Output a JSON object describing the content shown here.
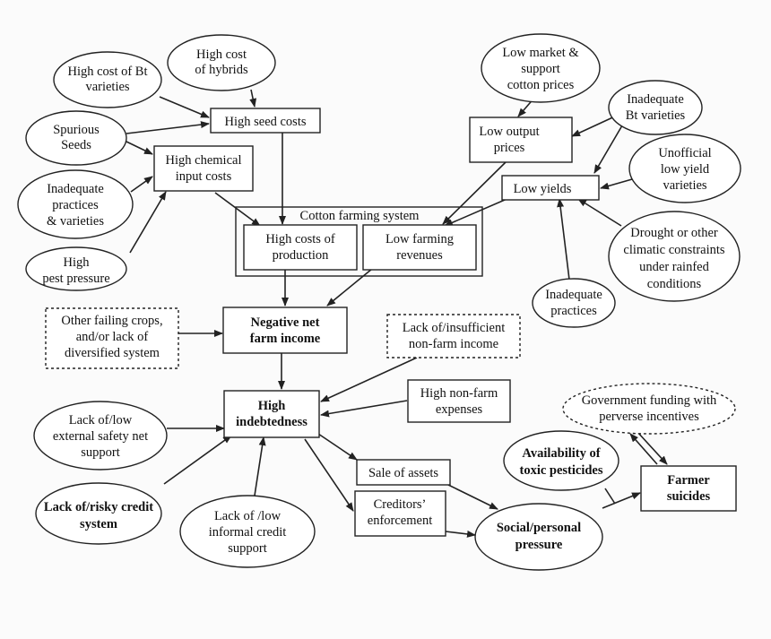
{
  "diagram": {
    "nodes": {
      "high_cost_bt": [
        "High cost of Bt",
        "varieties"
      ],
      "high_cost_hybrids": [
        "High cost",
        "of hybrids"
      ],
      "spurious_seeds": [
        "Spurious",
        "Seeds"
      ],
      "high_seed_costs": [
        "High seed costs"
      ],
      "high_chemical": [
        "High chemical",
        "input costs"
      ],
      "inadequate_practices_varieties": [
        "Inadequate",
        "practices",
        "& varieties"
      ],
      "high_pest": [
        "High",
        "pest pressure"
      ],
      "cotton_system": [
        "Cotton farming system"
      ],
      "high_costs_production": [
        "High costs of",
        "production"
      ],
      "low_farming_revenues": [
        "Low farming",
        "revenues"
      ],
      "low_market": [
        "Low market &",
        "support",
        "cotton prices"
      ],
      "low_output": [
        "Low output",
        "prices"
      ],
      "inadequate_bt": [
        "Inadequate",
        "Bt varieties"
      ],
      "unofficial": [
        "Unofficial",
        "low yield",
        "varieties"
      ],
      "low_yields": [
        "Low yields"
      ],
      "drought": [
        "Drought or other",
        "climatic constraints",
        "under rainfed",
        "conditions"
      ],
      "inadequate_practices": [
        "Inadequate",
        "practices"
      ],
      "other_failing": [
        "Other failing crops,",
        "and/or lack of",
        "diversified system"
      ],
      "negative_income": [
        "Negative net",
        "farm income"
      ],
      "lack_nonfarm": [
        "Lack of/insufficient",
        "non-farm income"
      ],
      "high_indebtedness": [
        "High",
        "indebtedness"
      ],
      "high_nonfarm_exp": [
        "High non-farm",
        "expenses"
      ],
      "lack_safety": [
        "Lack of/low",
        "external safety net",
        "support"
      ],
      "lack_credit": [
        "Lack of/risky credit",
        "system"
      ],
      "lack_informal": [
        "Lack of /low",
        "informal credit",
        "support"
      ],
      "sale_assets": [
        "Sale of assets"
      ],
      "creditors": [
        "Creditors’",
        "enforcement"
      ],
      "social": [
        "Social/personal",
        "pressure"
      ],
      "availability": [
        "Availability of",
        "toxic pesticides"
      ],
      "government": [
        "Government funding with",
        "perverse incentives"
      ],
      "farmer_suicides": [
        "Farmer",
        "suicides"
      ]
    }
  }
}
